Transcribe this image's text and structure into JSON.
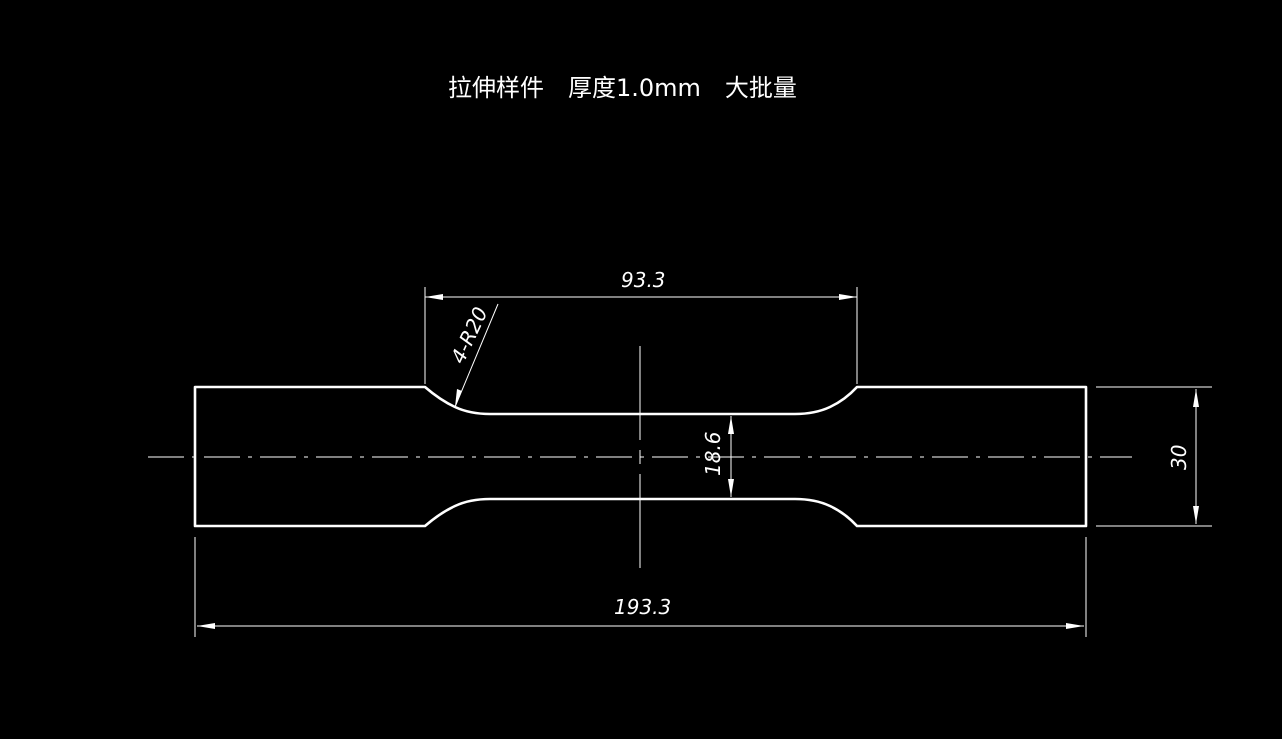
{
  "title": "拉伸样件　厚度1.0mm　大批量",
  "colors": {
    "background": "#000000",
    "lines": "#ffffff"
  },
  "dimensions": {
    "top_length": "93.3",
    "radius": "4-R20",
    "narrow_width": "18.6",
    "total_width": "30",
    "total_length": "193.3"
  }
}
